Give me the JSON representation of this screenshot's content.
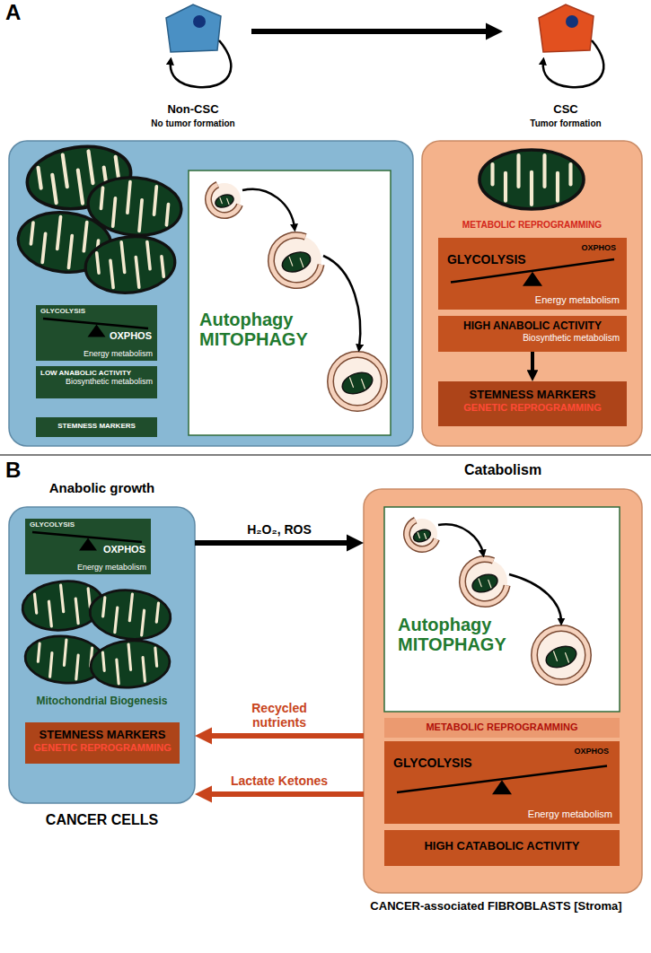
{
  "diagram": {
    "nodes": [
      {
        "text": [
          "Non-CSC",
          "No tumor formation"
        ]
      },
      {
        "text": [
          "CSC",
          "Tumor formation"
        ]
      },
      {
        "text": []
      },
      {
        "text": [
          "GLYCOLYSIS",
          "OXPHOS",
          "Energy metabolism"
        ],
        "in": 2
      },
      {
        "text": [
          "LOW ANABOLIC ACTIVITY",
          "Biosynthetic metabolism"
        ],
        "in": 2
      },
      {
        "text": [
          "STEMNESS MARKERS"
        ],
        "in": 2
      },
      {
        "text": [
          "Autophagy MITOPHAGY"
        ],
        "in": 2
      },
      {
        "text": [
          "METABOLIC REPROGRAMMING"
        ]
      },
      {
        "text": [
          "GLYCOLYSIS",
          "OXPHOS",
          "Energy metabolism"
        ],
        "in": 7
      },
      {
        "text": [
          "HIGH ANABOLIC ACTIVITY",
          "Biosynthetic metabolism"
        ],
        "in": 7
      },
      {
        "text": [
          "STEMNESS MARKERS",
          "GENETIC REPROGRAMMING"
        ],
        "in": 7
      },
      {
        "text": [
          "Anabolic growth",
          "Mitochondrial Biogenesis",
          "CANCER CELLS"
        ]
      },
      {
        "text": [
          "GLYCOLYSIS",
          "OXPHOS",
          "Energy metabolism"
        ],
        "in": 11
      },
      {
        "text": [
          "STEMNESS MARKERS",
          "GENETIC REPROGRAMMING"
        ],
        "in": 11
      },
      {
        "text": [
          "Catabolism",
          "CANCER-associated FIBROBLASTS [Stroma]"
        ]
      },
      {
        "text": [
          "Autophagy MITOPHAGY"
        ],
        "in": 14
      },
      {
        "text": [
          "METABOLIC REPROGRAMMING"
        ],
        "in": 14
      },
      {
        "text": [
          "GLYCOLYSIS",
          "OXPHOS",
          "Energy metabolism"
        ],
        "in": 14
      },
      {
        "text": [
          "HIGH CATABOLIC ACTIVITY"
        ],
        "in": 14
      }
    ],
    "edges": [
      {
        "from": 0,
        "to": 1,
        "arrow": "to"
      },
      {
        "from": 9,
        "to": 10,
        "arrow": "to"
      },
      {
        "from": 11,
        "to": 14,
        "label": "H₂O₂, ROS",
        "arrow": "to"
      },
      {
        "from": 14,
        "to": 11,
        "label": "Recycled nutrients",
        "arrow": "to"
      },
      {
        "from": 14,
        "to": 11,
        "label": "Lactate Ketones",
        "arrow": "to"
      }
    ],
    "labels": [
      "A",
      "B"
    ]
  }
}
